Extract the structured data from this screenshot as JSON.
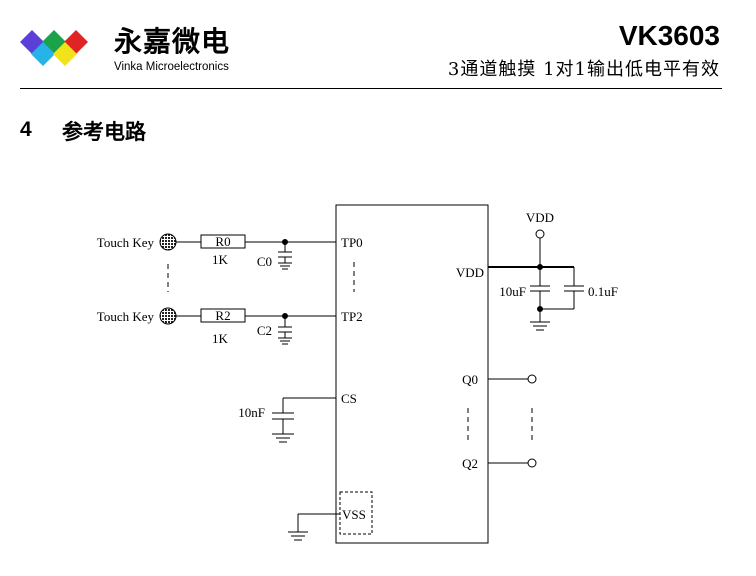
{
  "header": {
    "brand_cn": "永嘉微电",
    "brand_en": "Vinka Microelectronics",
    "model": "VK3603",
    "subtitle": "3通道触摸 1对1输出低电平有效"
  },
  "section": {
    "number": "4",
    "title": "参考电路"
  },
  "logo_colors": [
    "#5b3fd6",
    "#1aa34a",
    "#e02424",
    "#27b2e8",
    "#f2e21a"
  ],
  "schematic": {
    "key_top": "Touch Key",
    "key_bottom": "Touch Key",
    "r0": "R0",
    "r0_value": "1K",
    "r2": "R2",
    "r2_value": "1K",
    "c0": "C0",
    "c2": "C2",
    "cs_cap": "10nF",
    "pin_tp0": "TP0",
    "pin_tp2": "TP2",
    "pin_cs": "CS",
    "pin_vss": "VSS",
    "pin_vdd": "VDD",
    "pin_q0": "Q0",
    "pin_q2": "Q2",
    "vdd_supply": "VDD",
    "cap_10uf": "10uF",
    "cap_01uf": "0.1uF"
  }
}
